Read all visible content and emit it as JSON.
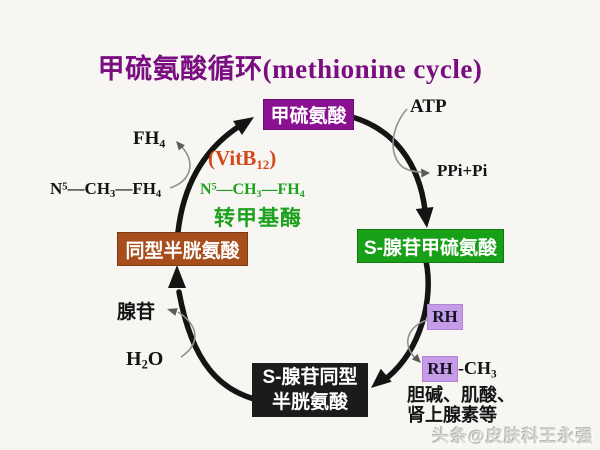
{
  "title": {
    "text": "甲硫氨酸循环(methionine cycle)",
    "color": "#7a0e80"
  },
  "nodes": {
    "methionine": {
      "label": "甲硫氨酸",
      "bg": "#8a1190",
      "fg": "#ffffff"
    },
    "sam": {
      "label": "S-腺苷甲硫氨酸",
      "bg": "#18a018",
      "fg": "#ffffff"
    },
    "homocysteine": {
      "label": "同型半胱氨酸",
      "bg": "#a84e1c",
      "fg": "#ffffff"
    },
    "sah": {
      "line1": "S-腺苷同型",
      "line2": "半胱氨酸",
      "bg": "#1b1b1b",
      "fg": "#ffffff"
    },
    "rh_top": {
      "label": "RH",
      "bg": "#c79ce6",
      "fg": "#141428"
    },
    "rh_bottom": {
      "label": "RH",
      "bg": "#c79ce6",
      "fg": "#141428"
    }
  },
  "labels": {
    "atp": "ATP",
    "ppi": "PPi+Pi",
    "adenosine": "腺苷",
    "enzyme": "转甲基酶",
    "choline_line1": "胆碱、肌酸、",
    "choline_line2": "肾上腺素等",
    "vitb12": {
      "p1": "(VitB",
      "sub": "12",
      "p2": ")"
    },
    "h2o": {
      "p1": "H",
      "sub": "2",
      "p2": "O"
    },
    "fh4": {
      "p1": "FH",
      "sub": "4"
    },
    "ch3_product": {
      "p1": "-CH",
      "sub": "3"
    },
    "n5_methyl_fh4": {
      "p1": "N",
      "sup": "5",
      "p2": "—CH",
      "sub1": "3",
      "p3": "—FH",
      "sub2": "4"
    }
  },
  "colors": {
    "background": "#f7f6f3",
    "cycle_arrow": "#141414",
    "minor_arrow": "#909090",
    "vitb12_text": "#d2491a",
    "enzyme_text": "#1ea11e"
  },
  "watermark": {
    "text": "头条@皮肤科王永强"
  }
}
